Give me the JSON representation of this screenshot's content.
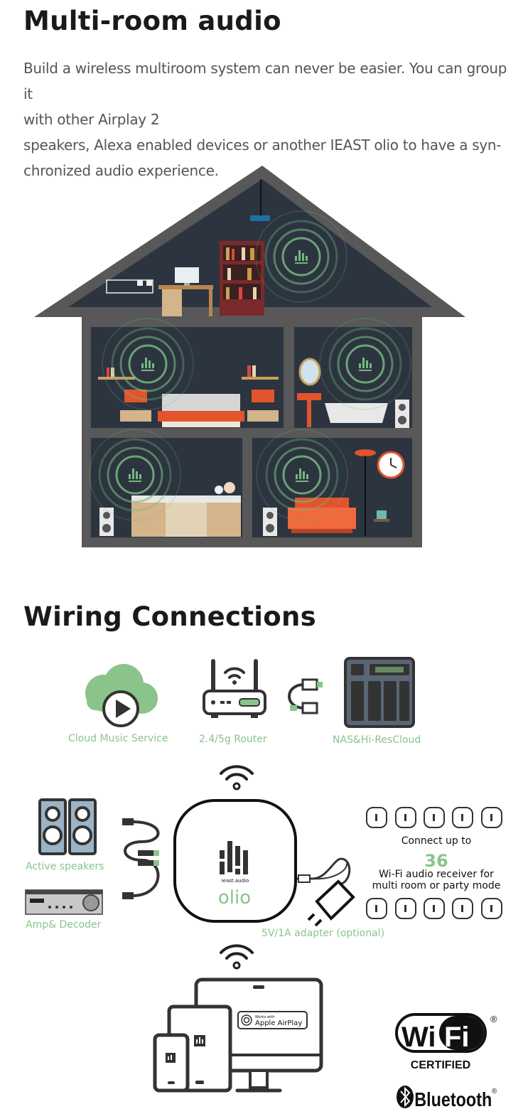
{
  "section1": {
    "title": "Multi-room audio",
    "description_lines": [
      "Build a wireless multiroom system can never be easier. You can group it",
      "with other Airplay 2",
      "speakers, Alexa enabled devices or another IEAST olio to have a syn-",
      "chronized audio experience."
    ]
  },
  "section2": {
    "title": "Wiring Connections",
    "labels": {
      "cloud": "Cloud Music Service",
      "router": "2.4/5g Router",
      "nas": "NAS&Hi-ResCloud",
      "speakers": "Active speakers",
      "amp": "Amp& Decoder",
      "adapter": "5V/1A adapter (optional)",
      "connect_up_to": "Connect up to",
      "connect_count": "36",
      "receiver_line1": "Wi-Fi audio receiver for",
      "receiver_line2": "multi room or party mode"
    },
    "device": {
      "brand_small": "ieast.audio",
      "brand": "olio"
    },
    "airplay": {
      "works_with": "Works with",
      "name": "Apple AirPlay"
    },
    "badges": {
      "wifi_wi": "Wi",
      "wifi_fi": "Fi",
      "wifi_registered": "®",
      "wifi_certified": "CERTIFIED",
      "bluetooth": "Bluetooth",
      "bluetooth_registered": "®"
    }
  },
  "colors": {
    "accent_green": "#8ac48a",
    "house_dark": "#2c3440",
    "house_frame": "#585858",
    "speaker_glow": "#74b87f"
  }
}
